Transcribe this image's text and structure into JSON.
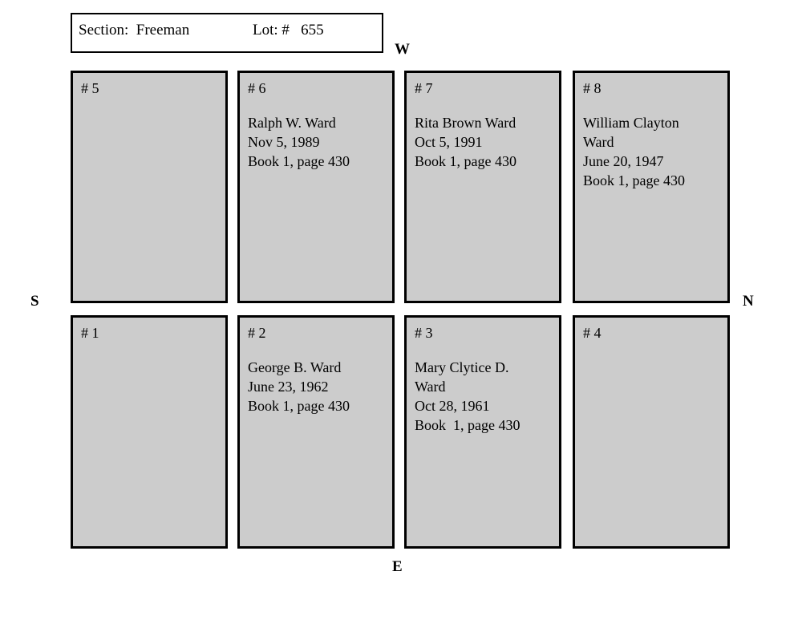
{
  "header": {
    "section_label": "Section:  Freeman",
    "lot_label": "Lot: #   655"
  },
  "compass": {
    "west": "W",
    "north": "N",
    "south": "S",
    "east": "E"
  },
  "colors": {
    "plot_fill": "#cccccc",
    "plot_border": "#000000",
    "page_background": "#ffffff",
    "text": "#000000"
  },
  "grid": {
    "rows": [
      {
        "row_name": "top-row",
        "cells": [
          {
            "number": "# 5",
            "lines": []
          },
          {
            "number": "# 6",
            "lines": [
              "Ralph W. Ward",
              "Nov 5, 1989",
              "Book 1, page 430"
            ]
          },
          {
            "number": "# 7",
            "lines": [
              "Rita Brown Ward",
              "Oct 5, 1991",
              "Book 1, page 430"
            ]
          },
          {
            "number": "# 8",
            "lines": [
              "William Clayton",
              "Ward",
              "June 20, 1947",
              "Book 1, page 430"
            ]
          }
        ]
      },
      {
        "row_name": "bottom-row",
        "cells": [
          {
            "number": "# 1",
            "lines": []
          },
          {
            "number": "# 2",
            "lines": [
              "George B. Ward",
              "June 23, 1962",
              "Book 1, page 430"
            ]
          },
          {
            "number": "# 3",
            "lines": [
              "Mary Clytice D.",
              "Ward",
              "Oct 28, 1961",
              "Book  1, page 430"
            ]
          },
          {
            "number": "# 4",
            "lines": []
          }
        ]
      }
    ]
  }
}
